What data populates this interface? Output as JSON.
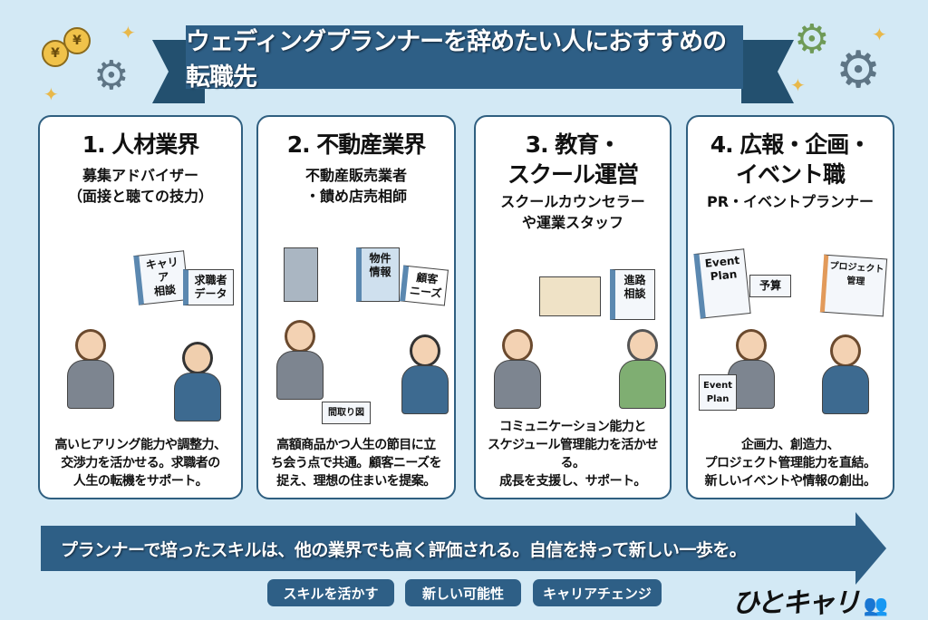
{
  "title": "ウェディングプランナーを辞めたい人におすすめの転職先",
  "cards": [
    {
      "heading": "1. 人材業界",
      "subtitle": "募集アドバイザー\n（面接と聴ての技力）",
      "description": "高いヒアリング能力や調整力、\n交渉力を活かせる。求職者の\n人生の転機をサポート。",
      "labels": [
        "キャリア\n相談",
        "求職者\nデータ"
      ]
    },
    {
      "heading": "2. 不動産業界",
      "subtitle": "不動産販売業者\n・饋め店売相師",
      "description": "高額商品かつ人生の節目に立\nち会う点で共通。顧客ニーズを\n捉え、理想の住まいを提案。",
      "labels": [
        "物件\n情報",
        "顧客\nニーズ",
        "間取り図"
      ]
    },
    {
      "heading": "3. 教育・\nスクール運営",
      "subtitle": "スクールカウンセラー\nや運業スタッフ",
      "description": "コミュニケーション能力と\nスケジュール管理能力を活かせる。\n成長を支援し、サポート。",
      "labels": [
        "進路\n相談"
      ]
    },
    {
      "heading": "4. 広報・企画・\nイベント職",
      "subtitle": "PR・イベントプランナー",
      "description": "企画力、創造力、\nプロジェクト管理能力を直結。\n新しいイベントや情報の創出。",
      "labels": [
        "Event\nPlan",
        "予算",
        "プロジェクト\n管理",
        "Event\nPlan"
      ]
    }
  ],
  "message": "プランナーで培ったスキルは、他の業界でも高く評価される。自信を持って新しい一歩を。",
  "tags": [
    "スキルを活かす",
    "新しい可能性",
    "キャリアチェンジ"
  ],
  "logo": "ひとキャリ",
  "coin_symbol": "¥",
  "colors": {
    "background": "#d3e9f5",
    "primary": "#2e5f86",
    "accent": "#e8b84a"
  }
}
